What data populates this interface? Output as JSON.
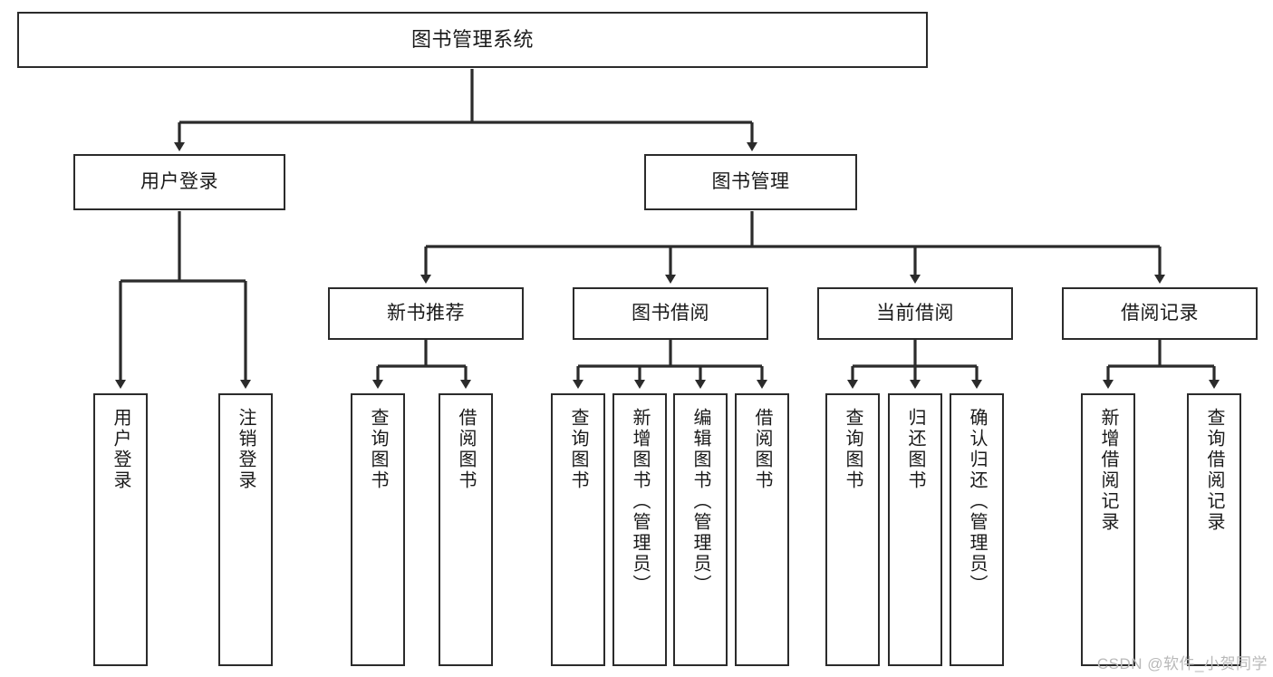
{
  "diagram": {
    "title": "图书管理系统",
    "type": "tree",
    "watermark": "CSDN @软件_小贺同学",
    "colors": {
      "box_border": "#2b2b2b",
      "box_fill": "#ffffff",
      "connector": "#2b2b2b",
      "text": "#1a1a1a",
      "watermark": "#b9b9b9"
    },
    "nodes": {
      "root": {
        "label": "图书管理系统"
      },
      "level2": [
        {
          "id": "user-login",
          "label": "用户登录"
        },
        {
          "id": "book-management",
          "label": "图书管理"
        }
      ],
      "level3": [
        {
          "id": "new-book-recommend",
          "label": "新书推荐",
          "parent": "book-management"
        },
        {
          "id": "book-borrow",
          "label": "图书借阅",
          "parent": "book-management"
        },
        {
          "id": "current-borrow",
          "label": "当前借阅",
          "parent": "book-management"
        },
        {
          "id": "borrow-record",
          "label": "借阅记录",
          "parent": "book-management"
        }
      ],
      "leaves": {
        "user-login": [
          {
            "id": "leaf-user-login",
            "label": "用户登录"
          },
          {
            "id": "leaf-logout",
            "label": "注销登录"
          }
        ],
        "new-book-recommend": [
          {
            "id": "leaf-query-book-1",
            "label": "查询图书"
          },
          {
            "id": "leaf-borrow-book-1",
            "label": "借阅图书"
          }
        ],
        "book-borrow": [
          {
            "id": "leaf-query-book-2",
            "label": "查询图书"
          },
          {
            "id": "leaf-add-book",
            "label": "新增图书（管理员）"
          },
          {
            "id": "leaf-edit-book",
            "label": "编辑图书（管理员）"
          },
          {
            "id": "leaf-borrow-book-2",
            "label": "借阅图书"
          }
        ],
        "current-borrow": [
          {
            "id": "leaf-query-book-3",
            "label": "查询图书"
          },
          {
            "id": "leaf-return-book",
            "label": "归还图书"
          },
          {
            "id": "leaf-confirm-return",
            "label": "确认归还（管理员）"
          }
        ],
        "borrow-record": [
          {
            "id": "leaf-add-record",
            "label": "新增借阅记录"
          },
          {
            "id": "leaf-query-record",
            "label": "查询借阅记录"
          }
        ]
      }
    }
  }
}
